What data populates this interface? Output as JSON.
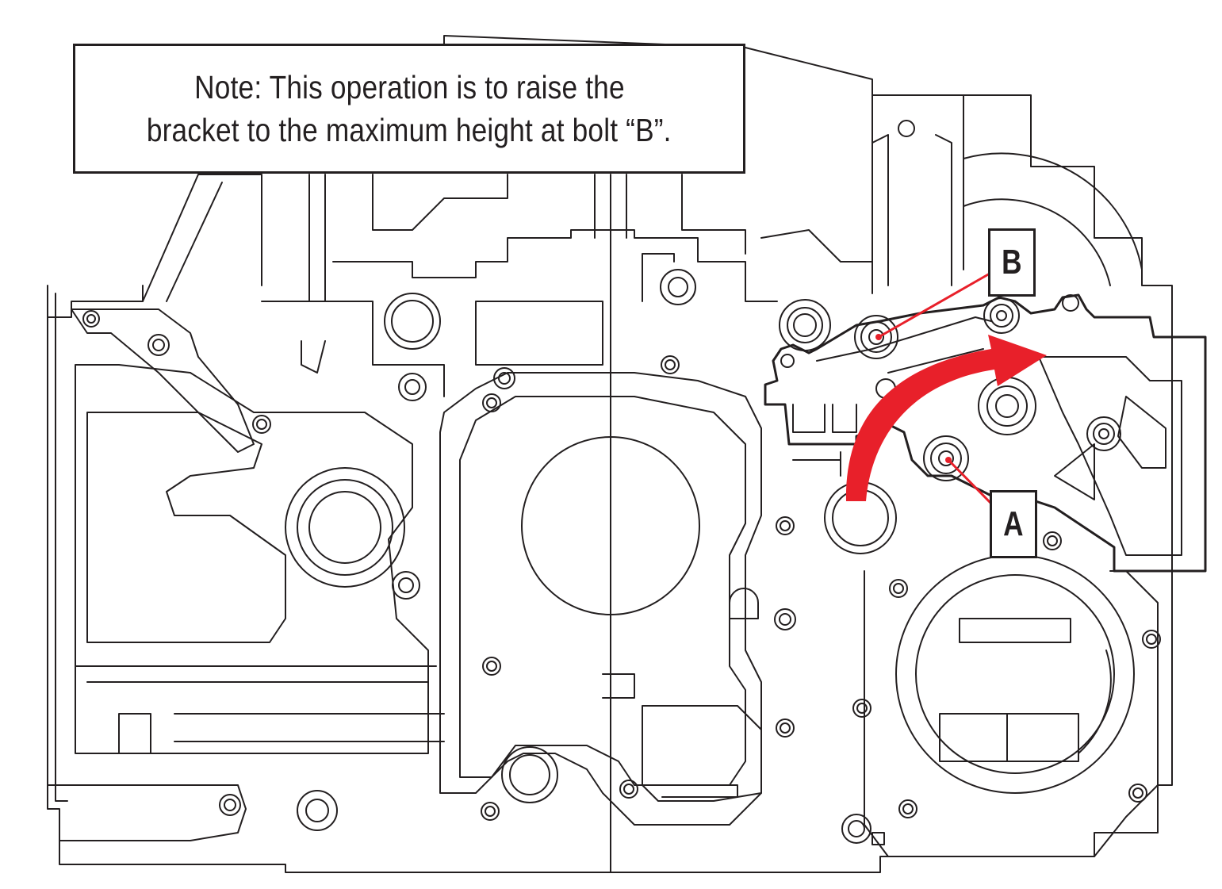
{
  "note": {
    "line1": "Note: This operation is to raise the",
    "line2": "bracket to the maximum height at bolt “B”."
  },
  "callouts": {
    "a": "A",
    "b": "B"
  },
  "colors": {
    "line": "#231f20",
    "arrow": "#e8202a",
    "leader": "#e8202a",
    "background": "#ffffff"
  }
}
